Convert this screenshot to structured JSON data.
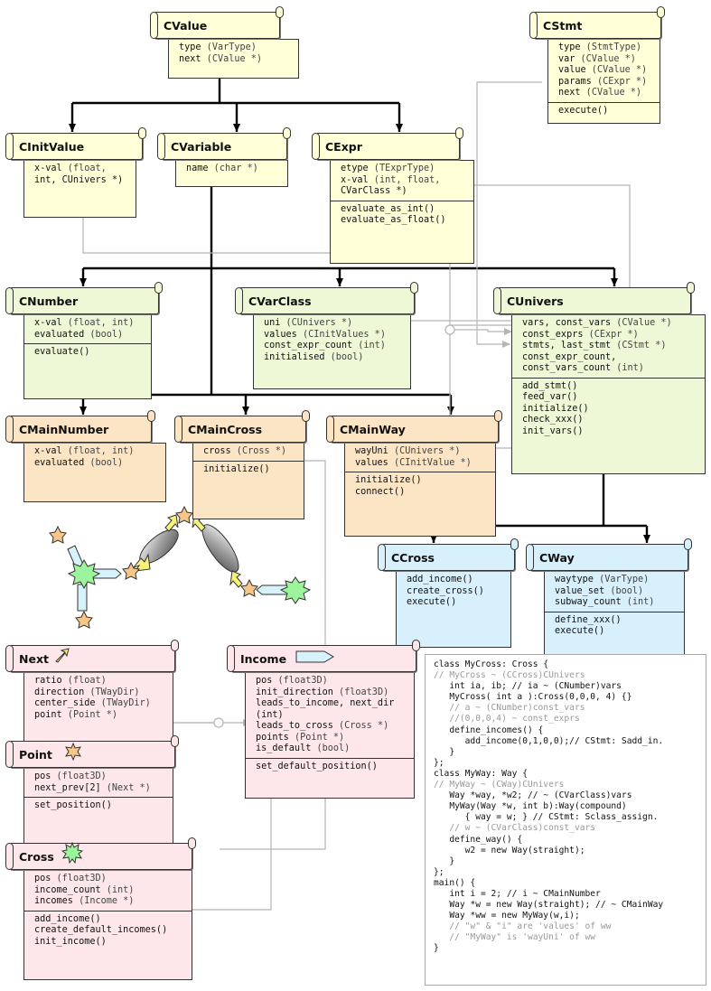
{
  "colors": {
    "interface": "#ffffd8",
    "ast": "#eef8d6",
    "runtime": "#fbe5c4",
    "builtin": "#d7f0fb",
    "geometry": "#fde7ea",
    "inherit_line": "#000000",
    "ref_line": "#b0b0b0"
  },
  "classes": [
    {
      "id": "CValue",
      "name": "CValue",
      "sections": [
        [
          {
            "t": "type",
            "ty": "(VarType)"
          },
          {
            "t": "next",
            "ty": "(CValue *)"
          }
        ]
      ]
    },
    {
      "id": "CStmt",
      "name": "CStmt",
      "sections": [
        [
          {
            "t": "type",
            "ty": "(StmtType)"
          },
          {
            "t": "var",
            "ty": "(CValue *)"
          },
          {
            "t": "value",
            "ty": "(CValue *)"
          },
          {
            "t": "params",
            "ty": "(CExpr *)"
          },
          {
            "t": "next",
            "ty": "(CValue *)"
          }
        ],
        [
          {
            "t": "execute()",
            "ty": ""
          }
        ]
      ]
    },
    {
      "id": "CInitValue",
      "name": "CInitValue",
      "sections": [
        [
          {
            "t": "x-val",
            "ty": "(float,"
          },
          {
            "t": "int, CUnivers *)",
            "ty": ""
          }
        ]
      ]
    },
    {
      "id": "CVariable",
      "name": "CVariable",
      "sections": [
        [
          {
            "t": "name",
            "ty": "(char *)"
          }
        ]
      ]
    },
    {
      "id": "CExpr",
      "name": "CExpr",
      "sections": [
        [
          {
            "t": "etype",
            "ty": "(TExprType)"
          },
          {
            "t": "x-val",
            "ty": "(int, float,"
          },
          {
            "t": "CVarClass *)",
            "ty": ""
          }
        ],
        [
          {
            "t": "evaluate_as_int()",
            "ty": ""
          },
          {
            "t": "evaluate_as_float()",
            "ty": ""
          }
        ]
      ]
    },
    {
      "id": "CNumber",
      "name": "CNumber",
      "sections": [
        [
          {
            "t": "x-val",
            "ty": "(float, int)"
          },
          {
            "t": "evaluated",
            "ty": "(bool)"
          }
        ],
        [
          {
            "t": "evaluate()",
            "ty": ""
          }
        ]
      ]
    },
    {
      "id": "CVarClass",
      "name": "CVarClass",
      "sections": [
        [
          {
            "t": "uni",
            "ty": "(CUnivers *)"
          },
          {
            "t": "values",
            "ty": "(CInitValues *)"
          },
          {
            "t": "const_expr_count",
            "ty": "(int)"
          },
          {
            "t": "initialised",
            "ty": "(bool)"
          }
        ]
      ]
    },
    {
      "id": "CUnivers",
      "name": "CUnivers",
      "sections": [
        [
          {
            "t": "vars, const_vars",
            "ty": "(CValue *)"
          },
          {
            "t": "const_exprs",
            "ty": "(CExpr *)"
          },
          {
            "t": "stmts, last_stmt",
            "ty": "(CStmt *)"
          },
          {
            "t": "const_expr_count,",
            "ty": ""
          },
          {
            "t": "const_vars_count",
            "ty": "(int)"
          }
        ],
        [
          {
            "t": "add_stmt()",
            "ty": ""
          },
          {
            "t": "feed_var()",
            "ty": ""
          },
          {
            "t": "initialize()",
            "ty": ""
          },
          {
            "t": "check_xxx()",
            "ty": ""
          },
          {
            "t": "init_vars()",
            "ty": ""
          }
        ]
      ]
    },
    {
      "id": "CMainNumber",
      "name": "CMainNumber",
      "sections": [
        [
          {
            "t": "x-val",
            "ty": "(float, int)"
          },
          {
            "t": "evaluated",
            "ty": "(bool)"
          }
        ]
      ]
    },
    {
      "id": "CMainCross",
      "name": "CMainCross",
      "sections": [
        [
          {
            "t": "cross",
            "ty": "(Cross *)"
          }
        ],
        [
          {
            "t": "initialize()",
            "ty": ""
          }
        ]
      ]
    },
    {
      "id": "CMainWay",
      "name": "CMainWay",
      "sections": [
        [
          {
            "t": "wayUni",
            "ty": "(CUnivers *)"
          },
          {
            "t": "values",
            "ty": "(CInitValue *)"
          }
        ],
        [
          {
            "t": "initialize()",
            "ty": ""
          },
          {
            "t": "connect()",
            "ty": ""
          }
        ]
      ]
    },
    {
      "id": "CCross",
      "name": "CCross",
      "sections": [
        [
          {
            "t": "add_income()",
            "ty": ""
          },
          {
            "t": "create_cross()",
            "ty": ""
          },
          {
            "t": "execute()",
            "ty": ""
          }
        ]
      ]
    },
    {
      "id": "CWay",
      "name": "CWay",
      "sections": [
        [
          {
            "t": "waytype",
            "ty": "(VarType)"
          },
          {
            "t": "value_set",
            "ty": "(bool)"
          },
          {
            "t": "subway_count",
            "ty": "(int)"
          }
        ],
        [
          {
            "t": "define_xxx()",
            "ty": ""
          },
          {
            "t": "execute()",
            "ty": ""
          }
        ]
      ]
    },
    {
      "id": "Next",
      "name": "Next",
      "sections": [
        [
          {
            "t": "ratio",
            "ty": "(float)"
          },
          {
            "t": "direction",
            "ty": "(TWayDir)"
          },
          {
            "t": "center_side",
            "ty": "(TWayDir)"
          },
          {
            "t": "point",
            "ty": "(Point *)"
          }
        ]
      ]
    },
    {
      "id": "Income",
      "name": "Income",
      "sections": [
        [
          {
            "t": "pos",
            "ty": "(float3D)"
          },
          {
            "t": "init_direction",
            "ty": "(float3D)"
          },
          {
            "t": "leads_to_income, next_dir",
            "ty": ""
          },
          {
            "t": "(int)",
            "ty": ""
          },
          {
            "t": "leads_to_cross",
            "ty": "(Cross *)"
          },
          {
            "t": "points",
            "ty": "(Point *)"
          },
          {
            "t": "is_default",
            "ty": "(bool)"
          }
        ],
        [
          {
            "t": "set_default_position()",
            "ty": ""
          }
        ]
      ]
    },
    {
      "id": "Point",
      "name": "Point",
      "sections": [
        [
          {
            "t": "pos",
            "ty": "(float3D)"
          },
          {
            "t": "next_prev[2]",
            "ty": "(Next *)"
          }
        ],
        [
          {
            "t": "set_position()",
            "ty": ""
          }
        ]
      ]
    },
    {
      "id": "Cross",
      "name": "Cross",
      "sections": [
        [
          {
            "t": "pos",
            "ty": "(float3D)"
          },
          {
            "t": "income_count",
            "ty": "(int)"
          },
          {
            "t": "incomes",
            "ty": "(Income *)"
          }
        ],
        [
          {
            "t": "add_income()",
            "ty": ""
          },
          {
            "t": "create_default_incomes()",
            "ty": ""
          },
          {
            "t": "init_income()",
            "ty": ""
          }
        ]
      ]
    }
  ],
  "icons": {
    "next": "yellow-arrow-icon",
    "income": "cyan-arrow-icon",
    "point": "orange-star-icon",
    "cross": "green-star-icon"
  },
  "code": [
    {
      "t": "class MyCross: Cross {",
      "c": false
    },
    {
      "t": "// MyCross ~ (CCross)CUnivers",
      "c": true
    },
    {
      "t": "   int ia, ib; // ia ~ (CNumber)vars",
      "c": false
    },
    {
      "t": "   MyCross( int a ):Cross(0,0,0, 4) {}",
      "c": false
    },
    {
      "t": "   // a ~ (CNumber)const_vars",
      "c": true
    },
    {
      "t": "   //(0,0,0,4) ~ const_exprs",
      "c": true
    },
    {
      "t": "   define_incomes() {",
      "c": false
    },
    {
      "t": "      add_income(0,1,0,0);// CStmt: Sadd_in.",
      "c": false
    },
    {
      "t": "   }",
      "c": false
    },
    {
      "t": "};",
      "c": false
    },
    {
      "t": "class MyWay: Way {",
      "c": false
    },
    {
      "t": "// MyWay ~ (CWay)CUnivers",
      "c": true
    },
    {
      "t": "   Way *way, *w2; // ~ (CVarClass)vars",
      "c": false
    },
    {
      "t": "   MyWay(Way *w, int b):Way(compound)",
      "c": false
    },
    {
      "t": "      { way = w; } // CStmt: Sclass_assign.",
      "c": false
    },
    {
      "t": "   // w ~ (CVarClass)const_vars",
      "c": true
    },
    {
      "t": "   define_way() {",
      "c": false
    },
    {
      "t": "      w2 = new Way(straight);",
      "c": false
    },
    {
      "t": "   }",
      "c": false
    },
    {
      "t": "};",
      "c": false
    },
    {
      "t": "main() {",
      "c": false
    },
    {
      "t": "   int i = 2; // i ~ CMainNumber",
      "c": false
    },
    {
      "t": "   Way *w = new Way(straight); // ~ CMainWay",
      "c": false
    },
    {
      "t": "   Way *ww = new MyWay(w,i);",
      "c": false
    },
    {
      "t": "   // \"w\" & \"i\" are 'values' of ww",
      "c": true
    },
    {
      "t": "   // \"MyWay\" is 'wayUni' of ww",
      "c": true
    },
    {
      "t": "}",
      "c": false
    }
  ]
}
